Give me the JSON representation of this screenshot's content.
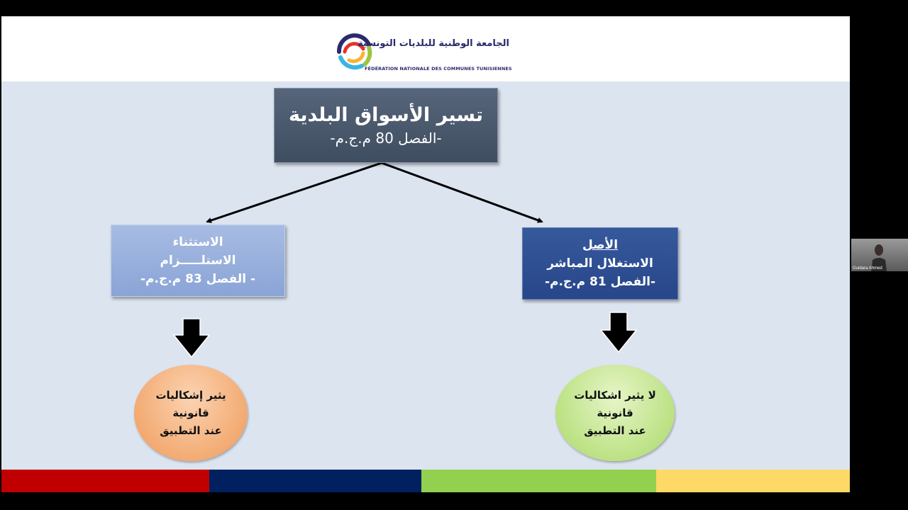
{
  "logo": {
    "arabic": "الجامعة الوطنية للبلديات التونسية",
    "french": "FÉDÉRATION NATIONALE DES COMMUNES TUNISIENNES"
  },
  "main_box": {
    "title": "تسير الأسواق البلدية",
    "subtitle": "-الفصل 80 م.ج.م-"
  },
  "left_box": {
    "line1": "الاستثناء",
    "line2": "الاستلـــــزام",
    "line3": "- الفصل 83 م.ج.م-"
  },
  "right_box": {
    "line1": "الأصل",
    "line2": "الاستغلال المباشر",
    "line3": "-الفصل 81 م.ج.م-"
  },
  "left_circle": {
    "line1": "يثير إشكاليات",
    "line2": "قانونية",
    "line3": "عند التطبيق"
  },
  "right_circle": {
    "line1": "لا يثير اشكاليات",
    "line2": "قانونية",
    "line3": "عند التطبيق"
  },
  "color_bar": [
    "#c00000",
    "#002060",
    "#92d050",
    "#ffd966"
  ],
  "participant": {
    "name": "Guidara Ahmed"
  }
}
